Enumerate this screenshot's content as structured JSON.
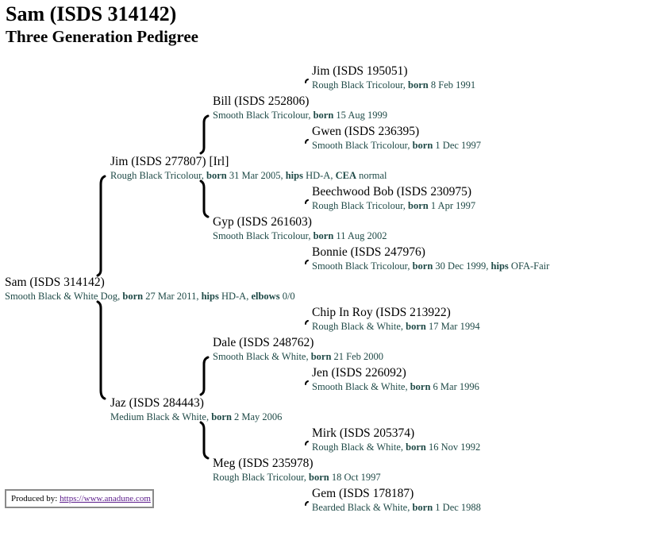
{
  "title": "Sam (ISDS 314142)",
  "subtitle": "Three Generation Pedigree",
  "dogs": {
    "sam": {
      "name": "Sam (ISDS 314142)",
      "coat": "Smooth Black & White Dog",
      "born": "27 Mar 2011",
      "hips": "HD-A",
      "elbows": "0/0"
    },
    "jim": {
      "name": "Jim (ISDS 277807) [Irl]",
      "coat": "Rough Black Tricolour",
      "born": "31 Mar 2005",
      "hips": "HD-A",
      "cea": "normal"
    },
    "jaz": {
      "name": "Jaz (ISDS 284443)",
      "coat": "Medium Black & White",
      "born": "2 May 2006"
    },
    "bill": {
      "name": "Bill (ISDS 252806)",
      "coat": "Smooth Black Tricolour",
      "born": "15 Aug 1999"
    },
    "gyp": {
      "name": "Gyp (ISDS 261603)",
      "coat": "Smooth Black Tricolour",
      "born": "11 Aug 2002"
    },
    "dale": {
      "name": "Dale (ISDS 248762)",
      "coat": "Smooth Black & White",
      "born": "21 Feb 2000"
    },
    "meg": {
      "name": "Meg (ISDS 235978)",
      "coat": "Rough Black Tricolour",
      "born": "18 Oct 1997"
    },
    "jim2": {
      "name": "Jim (ISDS 195051)",
      "coat": "Rough Black Tricolour",
      "born": "8 Feb 1991"
    },
    "gwen": {
      "name": "Gwen (ISDS 236395)",
      "coat": "Smooth Black Tricolour",
      "born": "1 Dec 1997"
    },
    "beechwood": {
      "name": "Beechwood Bob (ISDS 230975)",
      "coat": "Rough Black Tricolour",
      "born": "1 Apr 1997"
    },
    "bonnie": {
      "name": "Bonnie (ISDS 247976)",
      "coat": "Smooth Black Tricolour",
      "born": "30 Dec 1999",
      "hips": "OFA-Fair"
    },
    "chip": {
      "name": "Chip In Roy (ISDS 213922)",
      "coat": "Rough Black & White",
      "born": "17 Mar 1994"
    },
    "jen": {
      "name": "Jen (ISDS 226092)",
      "coat": "Smooth Black & White",
      "born": "6 Mar 1996"
    },
    "mirk": {
      "name": "Mirk (ISDS 205374)",
      "coat": "Rough Black & White",
      "born": "16 Nov 1992"
    },
    "gem": {
      "name": "Gem (ISDS 178187)",
      "coat": "Bearded Black & White",
      "born": "1 Dec 1988"
    }
  },
  "labels": {
    "born": "born",
    "hips": "hips",
    "elbows": "elbows",
    "cea": "CEA"
  },
  "footer": {
    "prefix": "Produced by:",
    "link_text": "https://www.anadune.com"
  },
  "colors": {
    "text": "#000000",
    "detail": "#1f4a47",
    "link": "#5a1a8a",
    "footer_border": "#8a8a8a"
  }
}
